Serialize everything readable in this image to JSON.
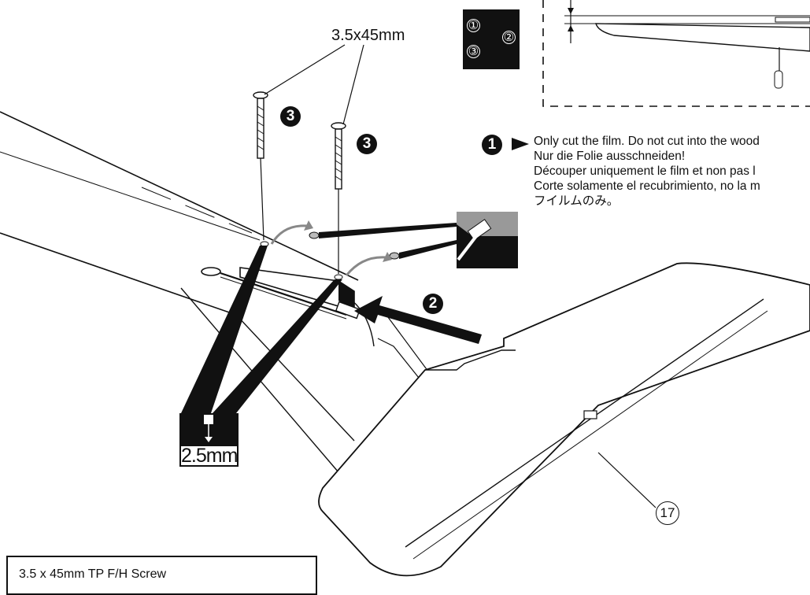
{
  "screw_label": "3.5x45mm",
  "step_badges": {
    "step1": "1",
    "step2": "2",
    "step3": "3"
  },
  "order_numbers": [
    "①",
    "②",
    "③"
  ],
  "instructions": [
    "Only cut the film. Do not cut into the wood",
    "Nur die Folie ausschneiden!",
    "Découper uniquement le film et non pas l",
    "Corte solamente el recubrimiento, no la m",
    "フイルムのみ。"
  ],
  "dimension": "2.5mm",
  "part_number": "17",
  "legend": "3.5 x 45mm   TP F/H Screw"
}
